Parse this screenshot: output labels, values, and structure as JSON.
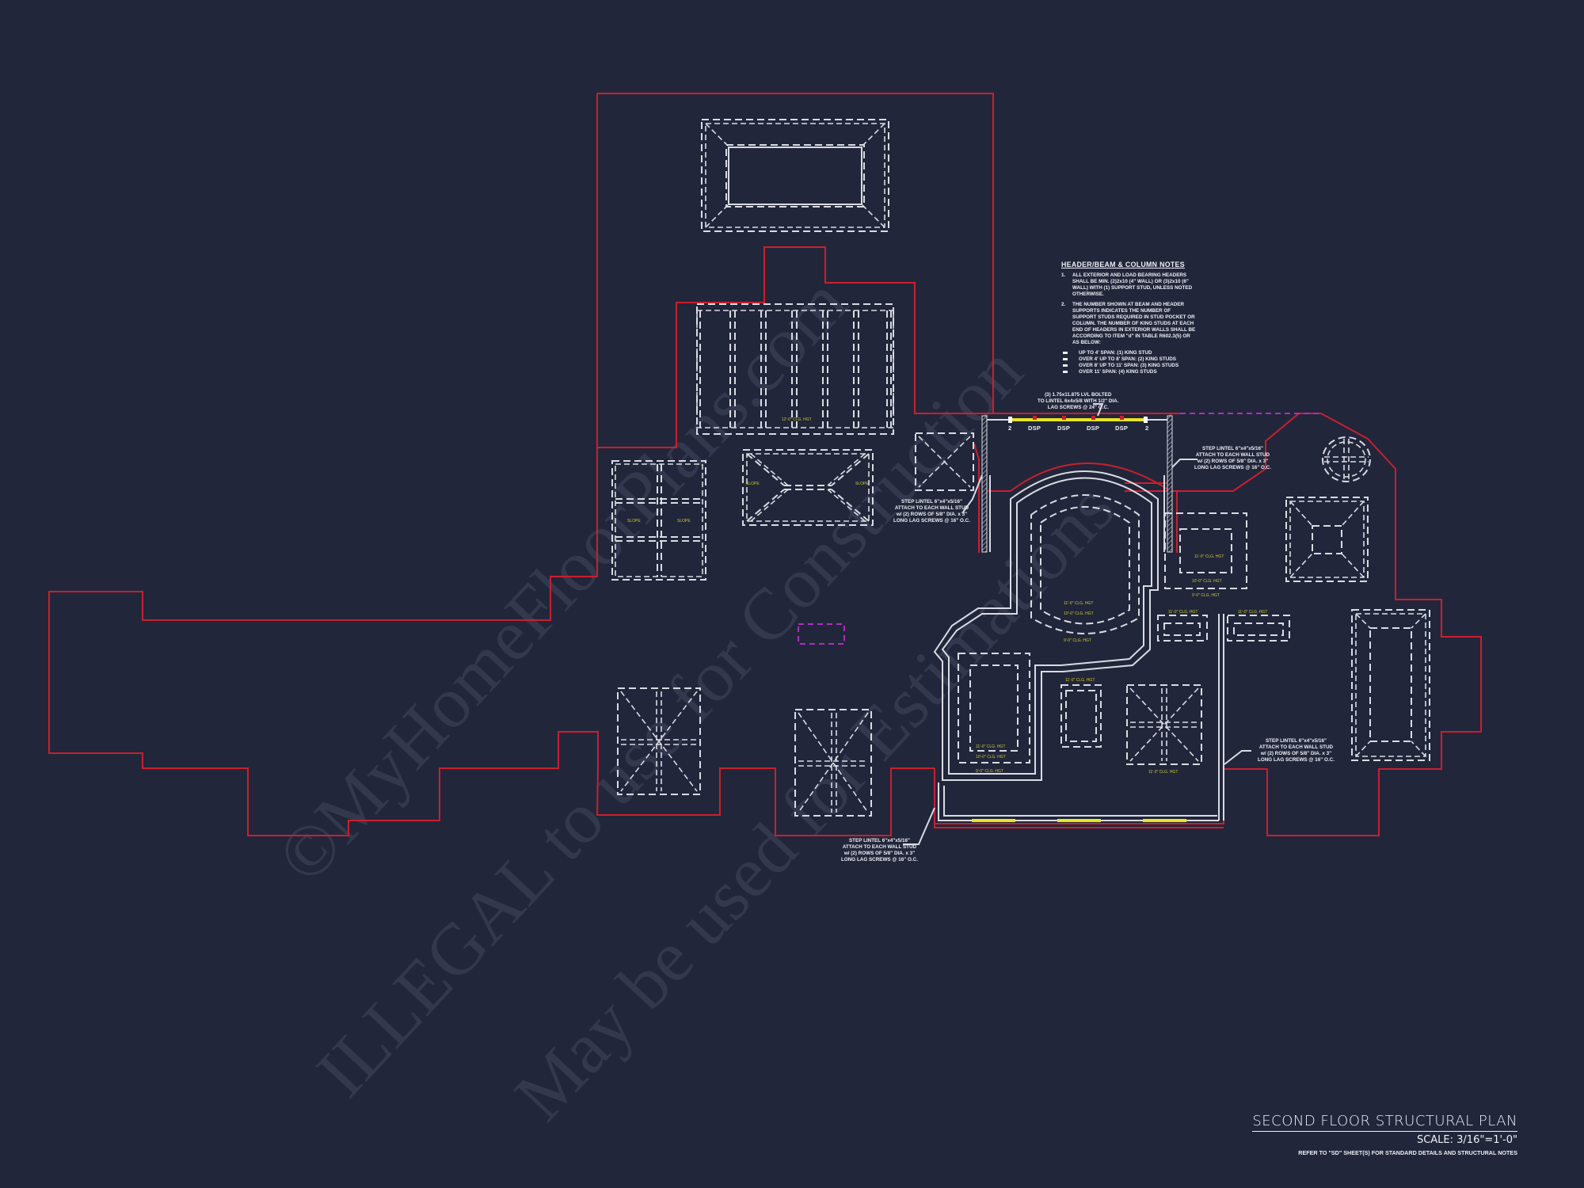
{
  "drawing": {
    "title": "SECOND FLOOR STRUCTURAL PLAN",
    "scale": "SCALE: 3/16\"=1'-0\"",
    "reference": "REFER TO \"SD\" SHEET(S) FOR STANDARD DETAILS AND STRUCTURAL NOTES",
    "colors": {
      "background": "#22263a",
      "exterior_wall_outline": "#c8202e",
      "framing_dashed": "#d9dbe3",
      "header_beam": "#e8e426",
      "dimension_label": "#c9c832",
      "hidden_line_magenta": "#b02cc2",
      "watermark": "#3a3f55"
    }
  },
  "notes": {
    "heading": "HEADER/BEAM & COLUMN NOTES",
    "items": [
      {
        "num": "1.",
        "text": "ALL EXTERIOR AND LOAD BEARING HEADERS SHALL BE MIN. (2)2x10 (4\" WALL) OR (3)2x10 (6\" WALL) WITH (1) SUPPORT STUD, UNLESS NOTED OTHERWISE."
      },
      {
        "num": "2.",
        "text": "THE NUMBER SHOWN AT BEAM AND HEADER SUPPORTS INDICATES THE NUMBER OF SUPPORT STUDS REQUIRED IN STUD POCKET OR COLUMN. THE NUMBER OF KING STUDS AT EACH END OF HEADERS IN EXTERIOR WALLS SHALL BE ACCORDING TO ITEM \"d\" IN TABLE R602.3(5) OR AS BELOW:"
      }
    ],
    "bullets": [
      "UP TO 4' SPAN: (1) KING STUD",
      "OVER 4' UP TO 8' SPAN: (2) KING STUDS",
      "OVER 8' UP TO 11' SPAN: (3) KING STUDS",
      "OVER 11' SPAN: (4) KING STUDS"
    ]
  },
  "callouts": {
    "lvl_beam": [
      "(3) 1.75x11.875 LVL BOLTED",
      "TO LINTEL 6x4x5/8 WITH 1/2\" DIA.",
      "LAG SCREWS @ 24\" O.C."
    ],
    "step_lintel_upper_right": [
      "STEP LINTEL 6\"x4\"x5/16\"",
      "ATTACH TO EACH WALL STUD",
      "w/ (2) ROWS OF 5/8\" DIA. x 3\"",
      "LONG LAG SCREWS @ 16\" O.C."
    ],
    "step_lintel_upper_left": [
      "STEP LINTEL 6\"x4\"x5/16\"",
      "ATTACH TO EACH WALL STUD",
      "w/ (2) ROWS OF 5/8\" DIA. x 3\"",
      "LONG LAG SCREWS @ 16\" O.C."
    ],
    "step_lintel_lower_right": [
      "STEP LINTEL 6\"x4\"x5/16\"",
      "ATTACH TO EACH WALL STUD",
      "w/ (2) ROWS OF 5/8\" DIA. x 3\"",
      "LONG LAG SCREWS @ 16\" O.C."
    ],
    "step_lintel_bottom": [
      "STEP LINTEL 6\"x4\"x5/16\"",
      "ATTACH TO EACH WALL STUD",
      "w/ (2) ROWS OF 5/8\" DIA. x 3\"",
      "LONG LAG SCREWS @ 16\" O.C."
    ]
  },
  "beam_supports": {
    "end_left": "2",
    "dsp": [
      "DSP",
      "DSP",
      "DSP",
      "DSP"
    ],
    "end_right": "2"
  },
  "labels": {
    "slope": "SLOPE",
    "clg_10": "10'-0\" CLG. HGT",
    "clg_11": "11'-0\" CLG. HGT",
    "clg_12": "12'-0\" CLG. HGT",
    "clg_9": "9'-0\" CLG. HGT"
  },
  "watermarks": [
    "©MyHomeFloorPlans.com",
    "ILLEGAL to use for Construction",
    "May be used for Estimations"
  ]
}
